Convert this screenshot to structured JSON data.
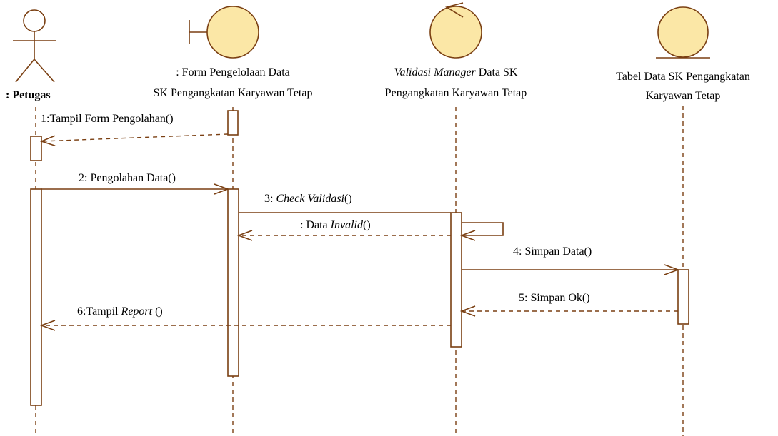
{
  "participants": {
    "actor": {
      "name": ": Petugas",
      "icon": "actor-icon"
    },
    "boundary": {
      "line1": ": Form Pengelolaan Data",
      "line2": "SK Pengangkatan Karyawan Tetap",
      "icon": "boundary-icon"
    },
    "control": {
      "line1_italic": "Validasi Manager",
      "line1_rest": " Data SK",
      "line2": "Pengangkatan Karyawan Tetap",
      "icon": "control-icon"
    },
    "entity": {
      "line1": "Tabel Data SK Pengangkatan",
      "line2": "Karyawan Tetap",
      "icon": "entity-icon"
    }
  },
  "messages": {
    "m1": {
      "text": "1:Tampil Form Pengolahan()"
    },
    "m2": {
      "text": "2: Pengolahan Data()"
    },
    "m3": {
      "prefix": "3: ",
      "italic": "Check Validasi",
      "suffix": "()"
    },
    "m_invalid": {
      "prefix": ": Data ",
      "italic": "Invalid",
      "suffix": "()"
    },
    "m4": {
      "text": "4: Simpan Data()"
    },
    "m5": {
      "text": "5: Simpan Ok()"
    },
    "m6": {
      "prefix": "6:Tampil ",
      "italic": "Report",
      "suffix": " ()"
    }
  },
  "colors": {
    "line": "#7a3f12",
    "fill": "#fbe7a6"
  }
}
